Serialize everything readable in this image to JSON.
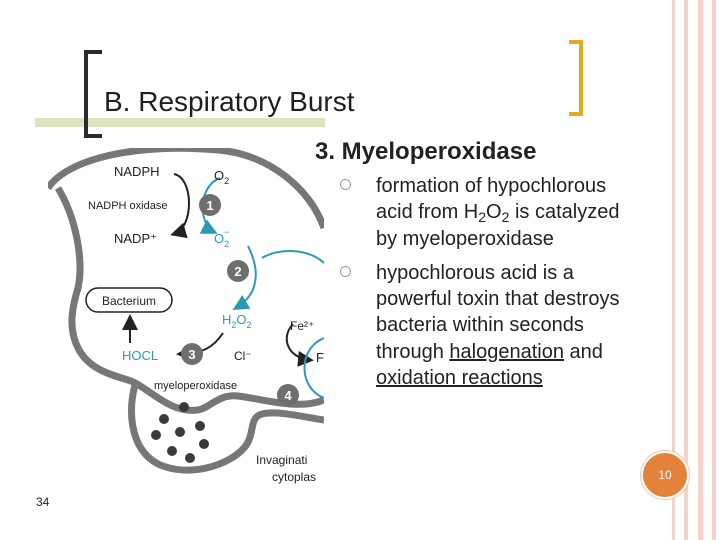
{
  "slide": {
    "title": "B. Respiratory Burst",
    "subheading": "3. Myeloperoxidase",
    "page_badge": "10",
    "slide_number": "34"
  },
  "bullets": [
    {
      "prefix": "formation of hypochlorous acid from H",
      "sub1": "2",
      "mid": "O",
      "sub2": "2",
      "suffix": " is catalyzed by myeloperoxidase"
    },
    {
      "text": "hypochlorous acid is a powerful toxin that destroys bacteria within seconds through ",
      "link1": "halogenation",
      "and": " and ",
      "link2": "oxidation reactions"
    }
  ],
  "diagram": {
    "labels": {
      "nadph": "NADPH",
      "o2": "O",
      "o2_sub": "2",
      "nadph_oxidase": "NADPH oxidase",
      "nadp": "NADP⁺",
      "superoxide": "O",
      "superoxide_sub": "2",
      "superoxide_sup": "−",
      "bacterium": "Bacterium",
      "h2o2_h": "H",
      "h2o2_sub1": "2",
      "h2o2_o": "O",
      "h2o2_sub2": "2",
      "fe": "Fe²⁺",
      "fe_tail": "F",
      "hocl": "HOCL",
      "cl": "Cl⁻",
      "myeloperoxidase": "myeloperoxidase",
      "invag_1": "Invaginati",
      "invag_2": "cytoplas",
      "step1": "1",
      "step2": "2",
      "step3": "3",
      "step4": "4"
    },
    "colors": {
      "teal": "#2b9bb5",
      "step_circle": "#6e6e6e"
    }
  }
}
